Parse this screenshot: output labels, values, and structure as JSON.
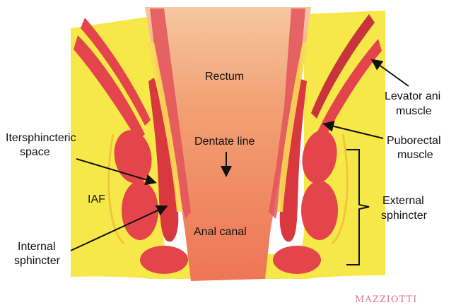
{
  "diagram": {
    "labels": {
      "rectum": "Rectum",
      "dentate_line": "Dentate line",
      "anal_canal": "Anal canal",
      "intersphincteric_l1": "Itersphincteric",
      "intersphincteric_l2": "space",
      "iaf": "IAF",
      "internal_l1": "Internal",
      "internal_l2": "sphincter",
      "levator_l1": "Levator ani",
      "levator_l2": "muscle",
      "puborectal_l1": "Puborectal",
      "puborectal_l2": "muscle",
      "external_l1": "External",
      "external_l2": "sphincter"
    },
    "signature": "MAZZIOTTI"
  },
  "colors": {
    "fat_yellow": "#f7e84a",
    "muscle_red": "#e4454a",
    "muscle_dark": "#c9333b",
    "mucosa_orange": "#f0875a",
    "rectum_pale": "#f6b98e",
    "sheath_yellow": "#f9dc55"
  }
}
